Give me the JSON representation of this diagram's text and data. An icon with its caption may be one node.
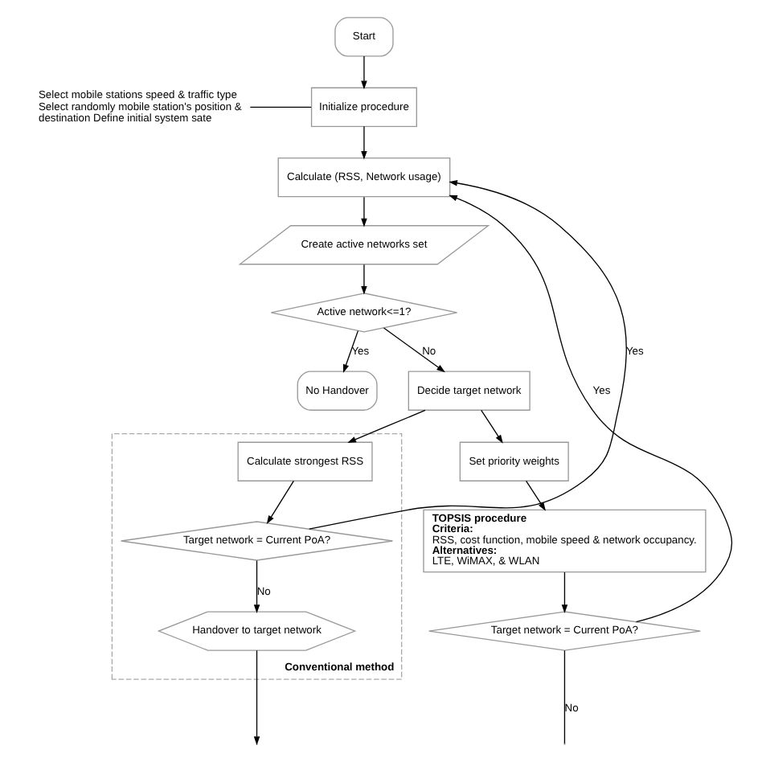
{
  "diagram": {
    "nodes": [
      {
        "text": [
          "Start"
        ]
      },
      {
        "text": [
          "Select mobile stations speed & traffic type Select randomly mobile station's position & destination Define initial system sate"
        ]
      },
      {
        "text": [
          "Initialize procedure"
        ]
      },
      {
        "text": [
          "Calculate (RSS, Network usage)"
        ]
      },
      {
        "text": [
          "Create active networks set"
        ]
      },
      {
        "text": [
          "Active network<=1?"
        ]
      },
      {
        "text": [
          "No Handover"
        ]
      },
      {
        "text": [
          "Decide target network"
        ]
      },
      {
        "text": [
          "Set priority weights"
        ]
      },
      {
        "text": [
          "TOPSIS procedure",
          "Criteria:",
          "RSS, cost function, mobile speed & network occupancy.",
          "Alternatives:",
          "LTE, WiMAX, & WLAN"
        ]
      },
      {
        "text": [
          "Target network = Current PoA?"
        ]
      },
      {
        "text": [
          "Conventional method"
        ]
      },
      {
        "text": [
          "Calculate strongest RSS"
        ],
        "in": 11
      },
      {
        "text": [
          "Target network = Current PoA?"
        ],
        "in": 11
      },
      {
        "text": [
          "Handover to target network"
        ],
        "in": 11
      }
    ],
    "edges": [
      {
        "from": 0,
        "to": 2,
        "arrow": "to"
      },
      {
        "from": 1,
        "to": 2,
        "arrow": "none"
      },
      {
        "from": 2,
        "to": 3,
        "arrow": "to"
      },
      {
        "from": 13,
        "to": 3,
        "arrow": "to",
        "label": "Yes"
      },
      {
        "from": 10,
        "to": 3,
        "arrow": "to",
        "label": "Yes"
      },
      {
        "from": 3,
        "to": 4,
        "arrow": "to"
      },
      {
        "from": 4,
        "to": 5,
        "arrow": "to"
      },
      {
        "from": 5,
        "to": 6,
        "arrow": "to",
        "label": "Yes"
      },
      {
        "from": 5,
        "to": 7,
        "arrow": "to",
        "label": "No"
      },
      {
        "from": 7,
        "to": 8,
        "arrow": "to"
      },
      {
        "from": 7,
        "to": 12,
        "arrow": "to"
      },
      {
        "from": 8,
        "to": 9,
        "arrow": "to"
      },
      {
        "from": 9,
        "to": 10,
        "arrow": "to"
      },
      {
        "from": 10,
        "to": null,
        "arrow": "none",
        "label": "No"
      },
      {
        "from": 12,
        "to": 13,
        "arrow": "to"
      },
      {
        "from": 13,
        "to": 14,
        "arrow": "to",
        "label": "No"
      },
      {
        "from": 14,
        "to": null,
        "arrow": "to"
      }
    ]
  }
}
